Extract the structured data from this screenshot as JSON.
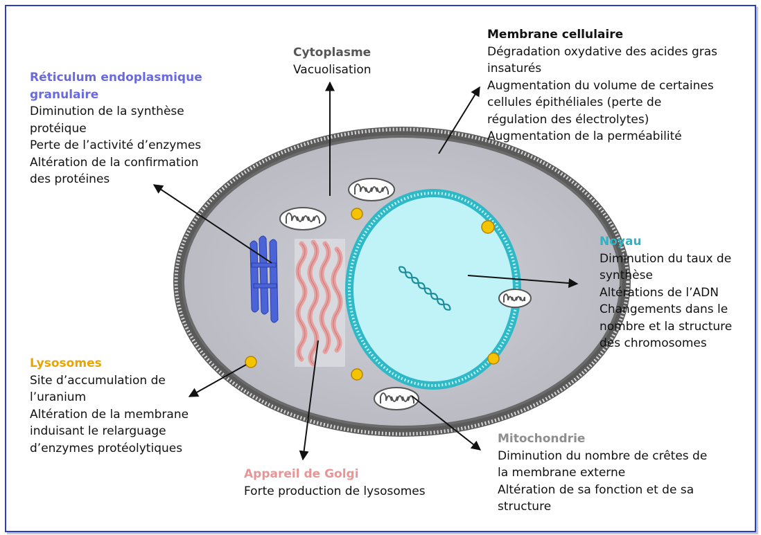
{
  "colors": {
    "border": "#2b3cc8",
    "reticulum": "#6a6adf",
    "noyau": "#2ab4c4",
    "lysosomes": "#e8a400",
    "golgi": "#e89595",
    "mitochondrie": "#8e8e8e",
    "text": "#111111"
  },
  "labels": {
    "reticulum": {
      "title": [
        "Réticulum endoplasmique",
        "granulaire"
      ],
      "lines": [
        "Diminution de la synthèse",
        "protéique",
        "Perte de l’activité d’enzymes",
        "Altération de la confirmation",
        "des protéines"
      ]
    },
    "cytoplasme": {
      "title": "Cytoplasme",
      "lines": [
        "Vacuolisation"
      ]
    },
    "membrane": {
      "title": "Membrane cellulaire",
      "lines": [
        "Dégradation oxydative des acides gras",
        "insaturés",
        "Augmentation du volume de certaines",
        "cellules épithéliales (perte de",
        "régulation des électrolytes)",
        "Augmentation de la perméabilité"
      ]
    },
    "noyau": {
      "title": "Noyau",
      "lines": [
        "Diminution du taux de",
        "synthèse",
        "Altérations de l’ADN",
        "Changements dans le",
        "nombre et la structure",
        "des chromosomes"
      ]
    },
    "lysosomes": {
      "title": "Lysosomes",
      "lines": [
        "Site d’accumulation de",
        "l’uranium",
        "Altération de la membrane",
        "induisant le relarguage",
        "d’enzymes protéolytiques"
      ]
    },
    "golgi": {
      "title": "Appareil de Golgi",
      "lines": [
        "Forte production de lysosomes"
      ]
    },
    "mitochondrie": {
      "title": "Mitochondrie",
      "lines": [
        "Diminution du nombre de crêtes de",
        "la membrane externe",
        "Altération de sa fonction et de sa",
        "structure"
      ]
    }
  }
}
